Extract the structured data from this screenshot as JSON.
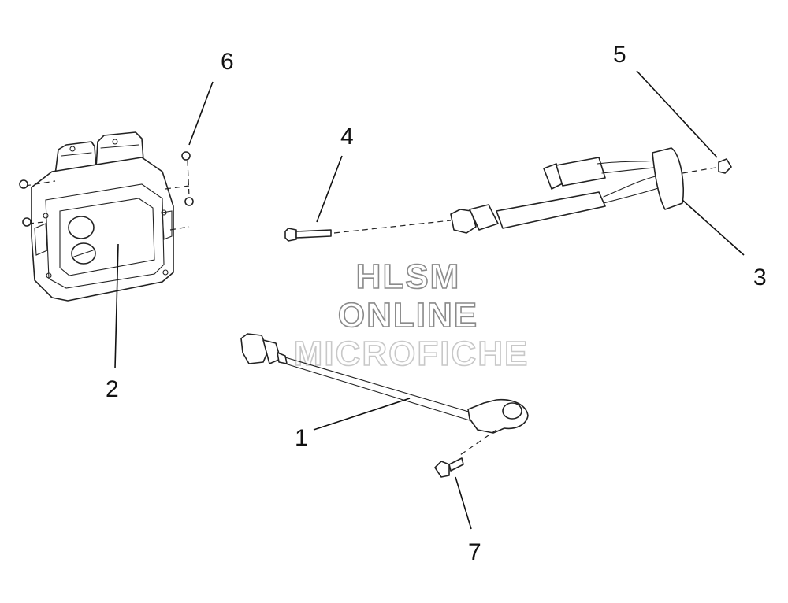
{
  "callouts": [
    {
      "id": "1",
      "label": "1"
    },
    {
      "id": "2",
      "label": "2"
    },
    {
      "id": "3",
      "label": "3"
    },
    {
      "id": "4",
      "label": "4"
    },
    {
      "id": "5",
      "label": "5"
    },
    {
      "id": "6",
      "label": "6"
    },
    {
      "id": "7",
      "label": "7"
    }
  ],
  "watermark": {
    "line1": "HLSM",
    "line2": "ONLINE",
    "line3": "MICROFICHE"
  },
  "colors": {
    "line": "#222222",
    "background": "#ffffff",
    "watermark": "#8a8a8a"
  }
}
